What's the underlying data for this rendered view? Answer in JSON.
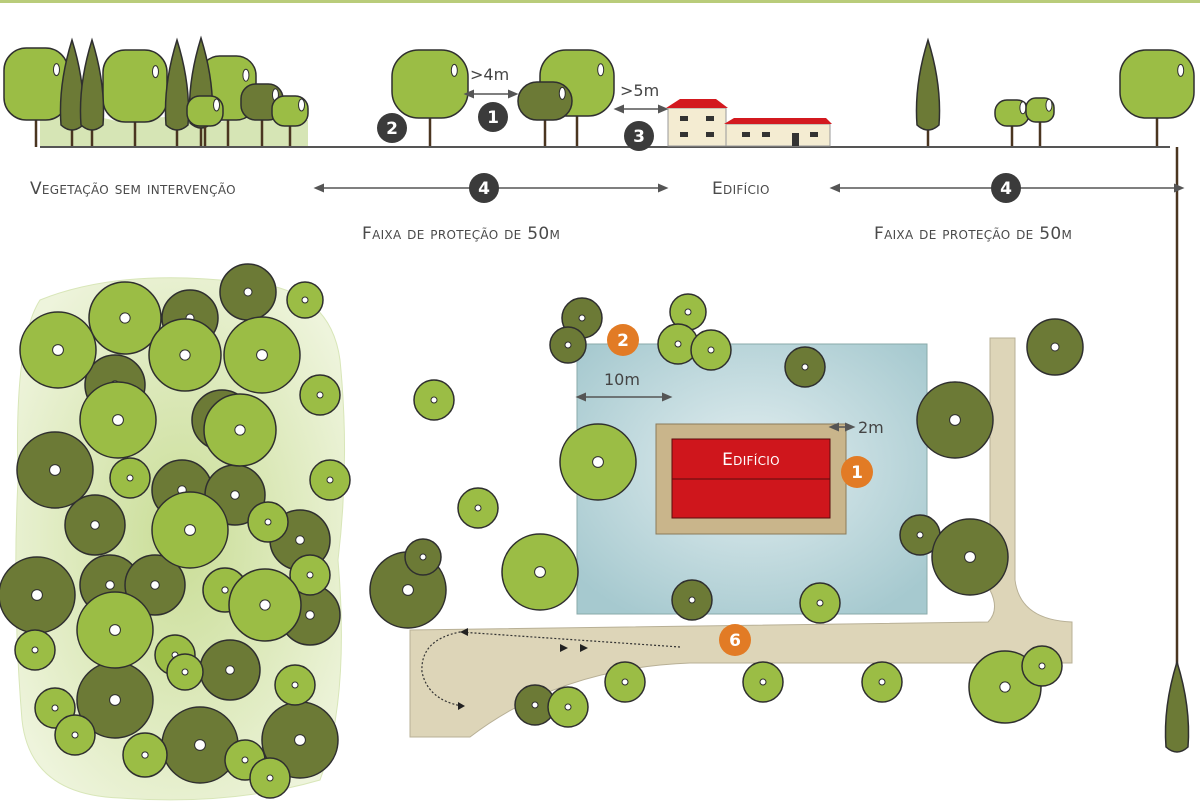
{
  "colors": {
    "light_tree": "#9bbd45",
    "dark_tree": "#6c7a36",
    "outline": "#2f2f2f",
    "badge_dark": "#3b3b3b",
    "badge_orange": "#e27b25",
    "building_red": "#cf161c",
    "roof_red": "#d3191f",
    "protection_zone": "#aacdd2",
    "road": "#ddd5b8",
    "pad": "#c9b58b",
    "vegetation_zone": "#d6e5b5"
  },
  "section": {
    "dist_trees": ">4m",
    "dist_building": ">5m",
    "badges": [
      "1",
      "2",
      "3",
      "4",
      "4"
    ],
    "label_vegetation": "Vegetação sem intervenção",
    "label_building": "Edifício",
    "label_band_left": "Faixa de proteção de 50m",
    "label_band_right": "Faixa de proteção de 50m"
  },
  "plan": {
    "building_label": "Edifício",
    "dist_10m": "10m",
    "dist_2m": "2m",
    "badges": [
      "1",
      "2",
      "6"
    ]
  }
}
